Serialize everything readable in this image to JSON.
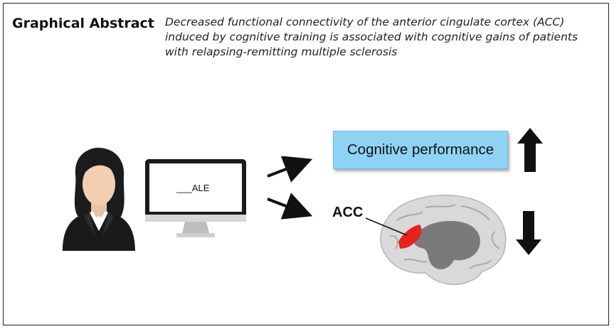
{
  "header": {
    "title": "Graphical Abstract",
    "subtitle": "Decreased functional connectivity of the anterior cingulate cortex (ACC) induced by cognitive training is associated with cognitive gains of patients with relapsing-remitting multiple sclerosis"
  },
  "diagram": {
    "monitor_text": "___ALE",
    "outcome_box_label": "Cognitive performance",
    "outcome_direction": "up",
    "brain_region_label": "ACC",
    "brain_region_direction": "down",
    "icons": {
      "person": "woman-avatar-icon",
      "computer": "computer-monitor-icon",
      "brain": "brain-medial-view-icon",
      "up": "up-arrow-icon",
      "down": "down-arrow-icon"
    },
    "colors": {
      "outcome_box": "#8fd3f4",
      "acc_region": "#e8231f",
      "brain": "#d9d9d9",
      "arrows": "#111111"
    }
  }
}
